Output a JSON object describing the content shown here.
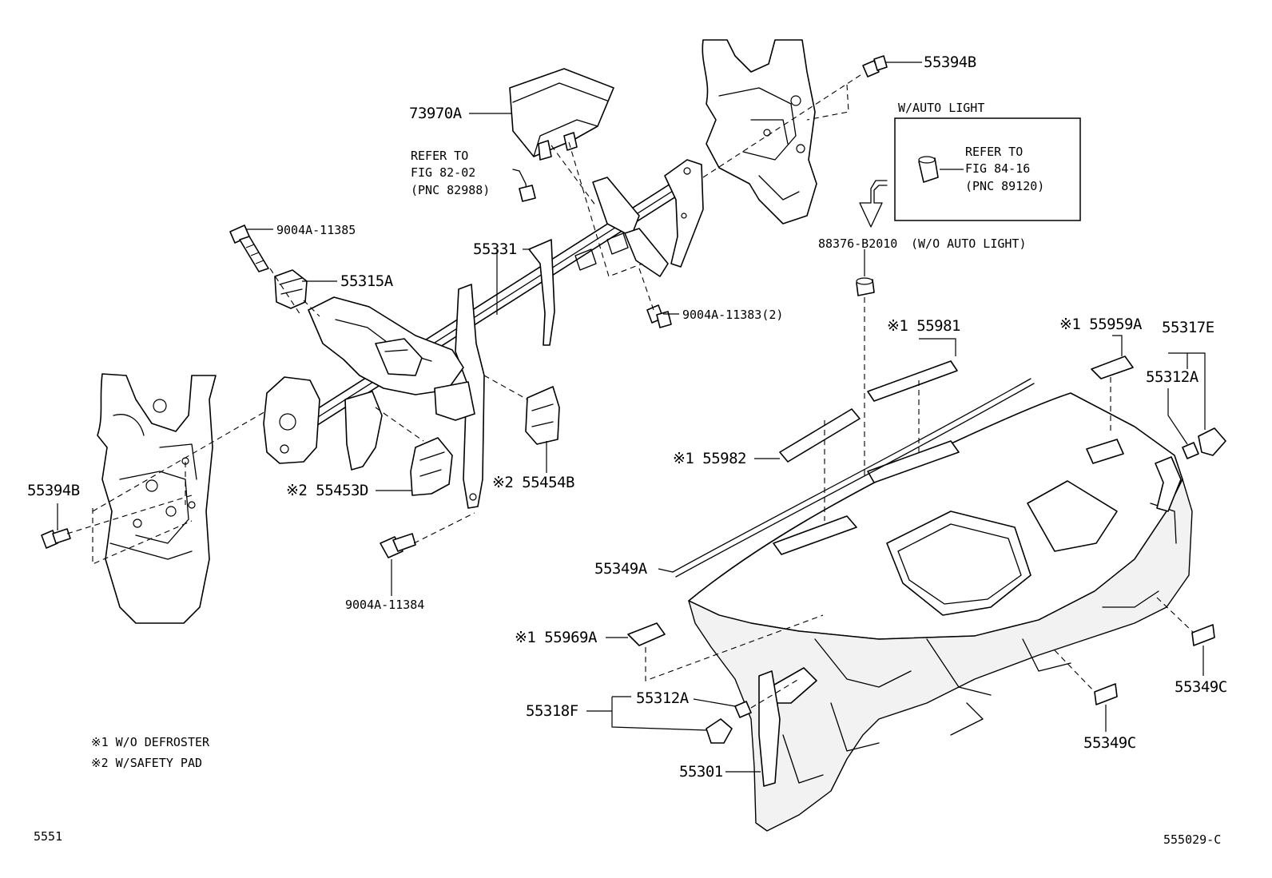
{
  "labels": {
    "p73970a": "73970A",
    "refer_82_l1": "REFER TO",
    "refer_82_l2": "FIG 82-02",
    "refer_82_l3": "(PNC 82988)",
    "p9004a_11385": "9004A-11385",
    "p55315a": "55315A",
    "p55331": "55331",
    "p9004a_11383": "9004A-11383(2)",
    "p55394b_top": "55394B",
    "w_auto_light": "W/AUTO LIGHT",
    "refer_84_l1": "REFER TO",
    "refer_84_l2": "FIG 84-16",
    "refer_84_l3": "(PNC 89120)",
    "p88376": "88376-B2010",
    "p88376_note": "(W/O AUTO LIGHT)",
    "p55981": "※1 55981",
    "p55959a": "※1 55959A",
    "p55317e": "55317E",
    "p55312a_right": "55312A",
    "p55982": "※1 55982",
    "p55394b_left": "55394B",
    "p55453d": "※2 55453D",
    "p55454b": "※2 55454B",
    "p55349a": "55349A",
    "p9004a_11384": "9004A-11384",
    "p55969a": "※1 55969A",
    "p55312a_bottom": "55312A",
    "p55318f": "55318F",
    "p55301": "55301",
    "p55349c_right": "55349C",
    "p55349c_bottom": "55349C"
  },
  "legend": {
    "note1": "※1 W/O DEFROSTER",
    "note2": "※2 W/SAFETY PAD"
  },
  "footer": {
    "page_number": "5551",
    "figure_code": "555029-C"
  }
}
